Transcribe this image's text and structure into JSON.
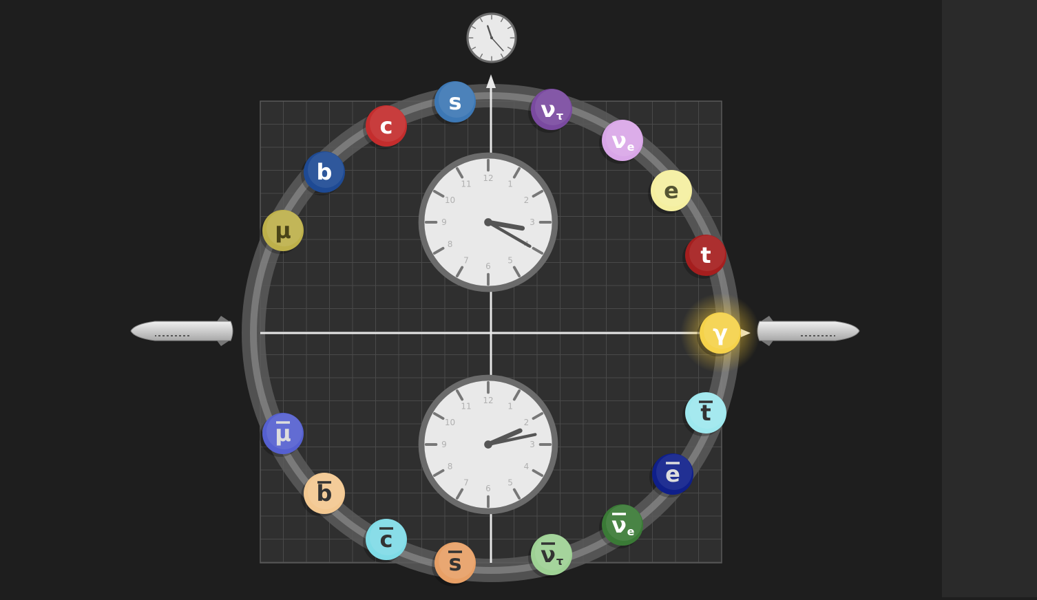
{
  "theme": {
    "background": "#1e1e1e",
    "right_strip": "#2a2a2a",
    "grid_fill": "#2f2f2f",
    "grid_line": "#4a4a4a",
    "ring_outer": "#555555",
    "ring_inner": "#777777",
    "axis": "#e8e8e8",
    "clock_face": "#e9e9e9",
    "clock_rim": "#6b6b6b",
    "glow": "#ffe066"
  },
  "icons": {
    "top_clock": "clock-icon",
    "left_ship": "spaceship-icon",
    "right_ship": "spaceship-icon"
  },
  "clocks": {
    "upper": {
      "hour": 3,
      "minute": 20
    },
    "lower": {
      "hour": 2,
      "minute": 13
    },
    "top_small": {
      "hour": 11,
      "minute": 23
    },
    "numbers": [
      "12",
      "1",
      "2",
      "3",
      "4",
      "5",
      "6",
      "7",
      "8",
      "9",
      "10",
      "11"
    ]
  },
  "particles": [
    {
      "name": "s-quark",
      "base": "s",
      "sub": "",
      "bar": false,
      "color": "#3d78b5",
      "text": "#ffffff",
      "glow": false
    },
    {
      "name": "c-quark",
      "base": "c",
      "sub": "",
      "bar": false,
      "color": "#c42d2d",
      "text": "#ffffff",
      "glow": false
    },
    {
      "name": "b-quark",
      "base": "b",
      "sub": "",
      "bar": false,
      "color": "#1e4a94",
      "text": "#ffffff",
      "glow": false
    },
    {
      "name": "muon",
      "base": "μ",
      "sub": "",
      "bar": false,
      "color": "#bdb04a",
      "text": "#4a4418",
      "glow": false
    },
    {
      "name": "tau-neutrino",
      "base": "ν",
      "sub": "τ",
      "bar": false,
      "color": "#7a4aa0",
      "text": "#ffffff",
      "glow": false
    },
    {
      "name": "electron-neutrino",
      "base": "ν",
      "sub": "e",
      "bar": false,
      "color": "#d9a6e8",
      "text": "#ffffff",
      "glow": false
    },
    {
      "name": "electron",
      "base": "e",
      "sub": "",
      "bar": false,
      "color": "#f5efa0",
      "text": "#555533",
      "glow": false
    },
    {
      "name": "top-quark",
      "base": "t",
      "sub": "",
      "bar": false,
      "color": "#a51e1e",
      "text": "#ffffff",
      "glow": false
    },
    {
      "name": "photon",
      "base": "γ",
      "sub": "",
      "bar": false,
      "color": "#f5d24a",
      "text": "#ffffff",
      "glow": true
    },
    {
      "name": "anti-top-quark",
      "base": "t",
      "sub": "",
      "bar": true,
      "color": "#9ee8ee",
      "text": "#333333",
      "glow": false
    },
    {
      "name": "positron",
      "base": "e",
      "sub": "",
      "bar": true,
      "color": "#0f1f8a",
      "text": "#dddddd",
      "glow": false
    },
    {
      "name": "anti-electron-neutrino",
      "base": "ν",
      "sub": "e",
      "bar": true,
      "color": "#3a7a36",
      "text": "#ffffff",
      "glow": false
    },
    {
      "name": "anti-tau-neutrino",
      "base": "ν",
      "sub": "τ",
      "bar": true,
      "color": "#9ed194",
      "text": "#333333",
      "glow": false
    },
    {
      "name": "anti-s-quark",
      "base": "s",
      "sub": "",
      "bar": true,
      "color": "#e8a066",
      "text": "#333333",
      "glow": false
    },
    {
      "name": "anti-c-quark",
      "base": "c",
      "sub": "",
      "bar": true,
      "color": "#7fdbe6",
      "text": "#333333",
      "glow": false
    },
    {
      "name": "anti-b-quark",
      "base": "b",
      "sub": "",
      "bar": true,
      "color": "#f3c891",
      "text": "#333333",
      "glow": false
    },
    {
      "name": "anti-muon",
      "base": "μ",
      "sub": "",
      "bar": true,
      "color": "#5560d0",
      "text": "#dddddd",
      "glow": false
    }
  ]
}
